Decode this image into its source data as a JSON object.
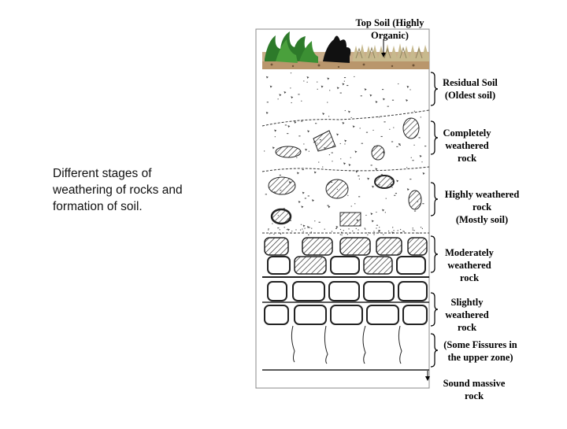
{
  "slide": {
    "caption": "Different stages of weathering of rocks and formation of soil."
  },
  "diagram": {
    "top_label_line1": "Top Soil (Highly",
    "top_label_line2": "Organic)",
    "layers": [
      {
        "id": "residual",
        "line1": "Residual Soil",
        "line2": "(Oldest soil)",
        "line3": ""
      },
      {
        "id": "completely",
        "line1": "Completely",
        "line2": "weathered",
        "line3": "rock"
      },
      {
        "id": "highly",
        "line1": "Highly weathered",
        "line2": "rock",
        "line3": "(Mostly soil)"
      },
      {
        "id": "moderately",
        "line1": "Moderately",
        "line2": "weathered",
        "line3": "rock"
      },
      {
        "id": "slightly",
        "line1": "Slightly",
        "line2": "weathered",
        "line3": "rock"
      },
      {
        "id": "fissures",
        "line1": "(Some Fissures in",
        "line2": "the upper zone)",
        "line3": ""
      }
    ],
    "bottom_label_line1": "Sound massive",
    "bottom_label_line2": "rock"
  }
}
